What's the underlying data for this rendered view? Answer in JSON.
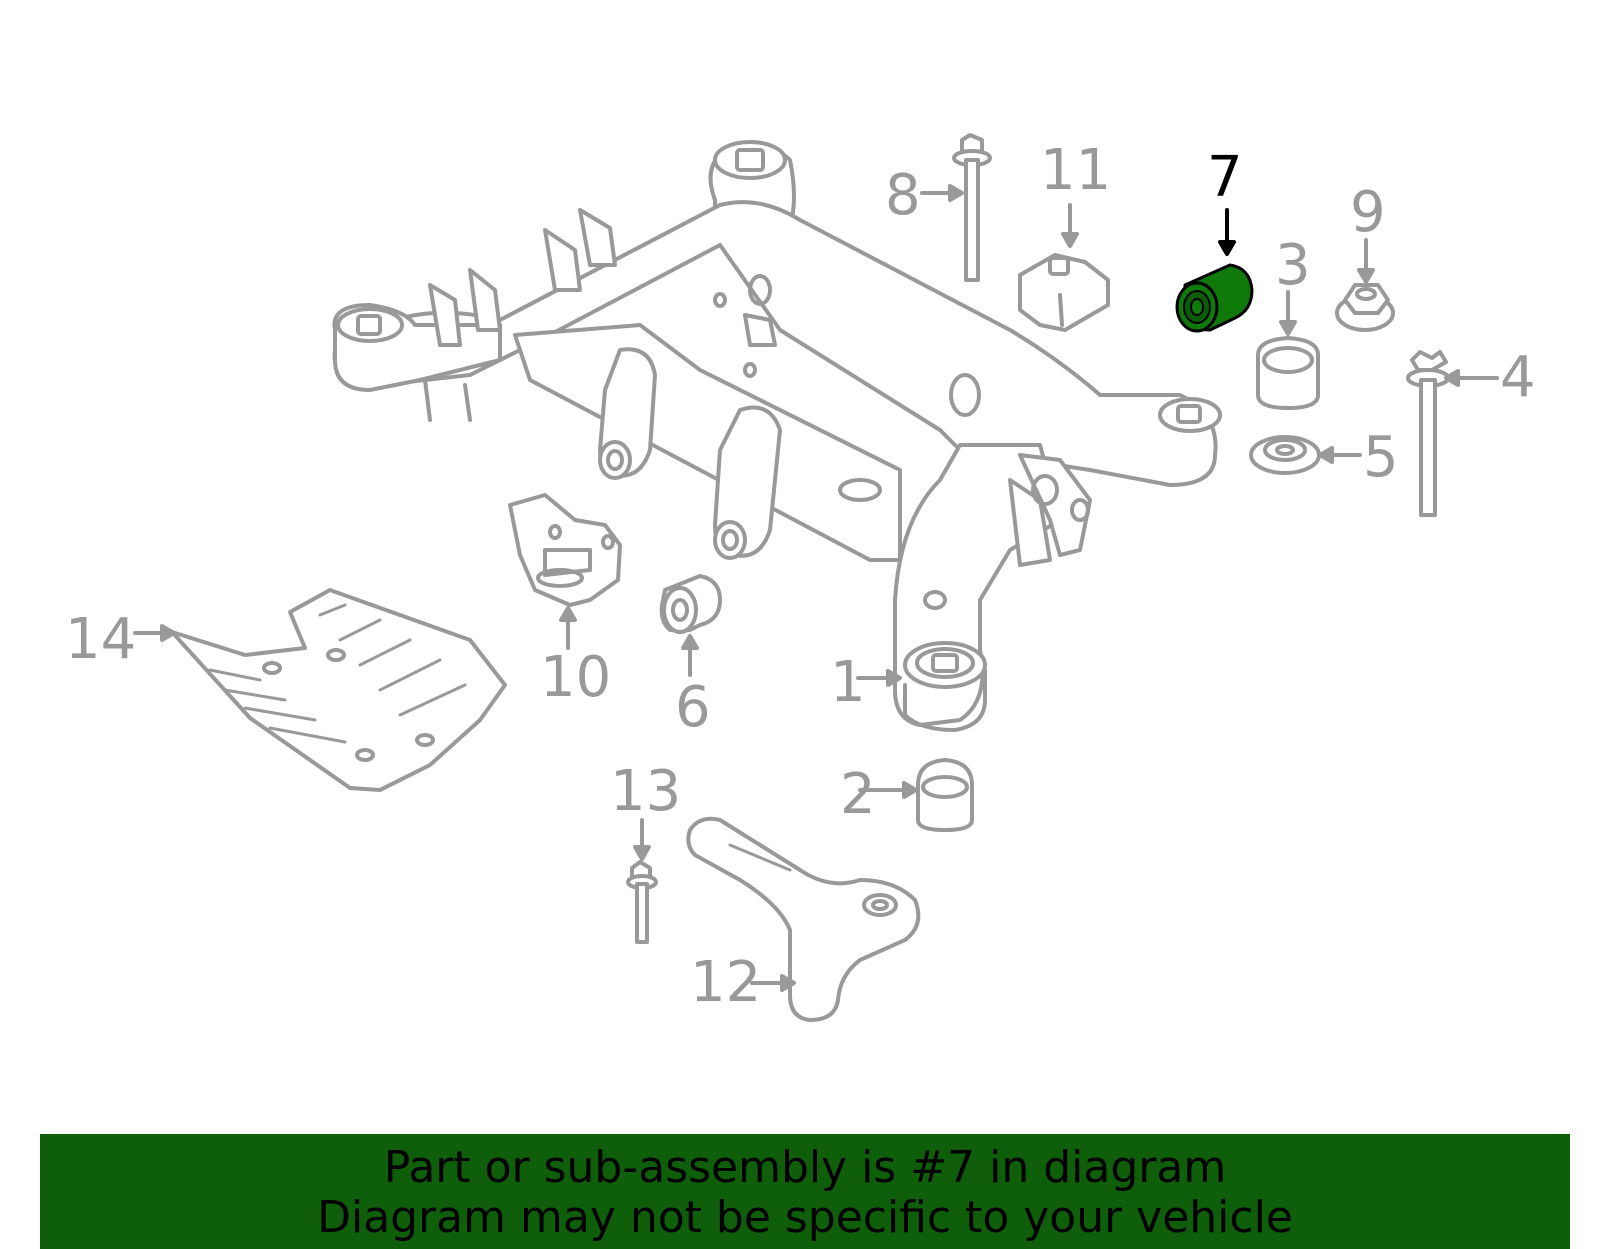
{
  "diagram": {
    "highlighted_part": "7",
    "callouts": [
      "1",
      "2",
      "3",
      "4",
      "5",
      "6",
      "7",
      "8",
      "9",
      "10",
      "11",
      "12",
      "13",
      "14"
    ]
  },
  "banner": {
    "line1": "Part or sub-assembly is #7 in diagram",
    "line2": "Diagram may not be specific to your vehicle"
  },
  "colors": {
    "line_art": "#999999",
    "highlight_fill": "#0f7a0a",
    "highlight_label": "#000000",
    "banner_background": "#0e5e0a",
    "banner_text": "#000000"
  }
}
